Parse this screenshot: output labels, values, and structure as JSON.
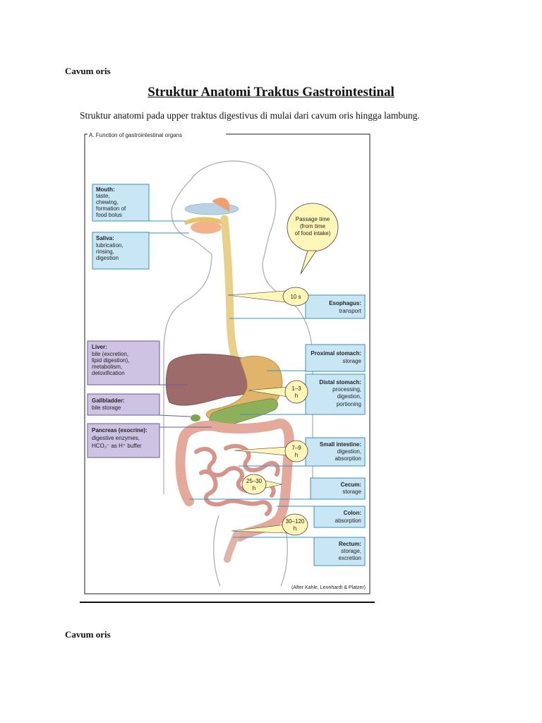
{
  "document": {
    "top_heading": "Cavum oris",
    "title": "Struktur Anatomi Traktus Gastrointestinal",
    "intro": "Struktur anatomi pada upper traktus digestivus di mulai dari cavum oris hingga lambung.",
    "bottom_heading": "Cavum oris"
  },
  "figure": {
    "title": "A.  Function of gastrointestinal organs",
    "credit": "(After Kahle, Leonhardt & Platzer)",
    "left_labels": [
      {
        "id": "mouth",
        "lines": [
          "Mouth:",
          "taste,",
          "chewing,",
          "formation of",
          "food bolus"
        ]
      },
      {
        "id": "saliva",
        "lines": [
          "Saliva:",
          "lubrication,",
          "rinsing,",
          "digestion"
        ]
      },
      {
        "id": "liver",
        "lines": [
          "Liver:",
          "bile (excretion,",
          "lipid digestion),",
          "metabolism,",
          "detoxification"
        ]
      },
      {
        "id": "gallbladder",
        "lines": [
          "Gallbladder:",
          "bile storage"
        ]
      },
      {
        "id": "pancreas",
        "lines": [
          "Pancreas (exocrine):",
          "digestive enzymes,",
          "HCO₃⁻ as H⁺ buffer"
        ]
      }
    ],
    "right_labels": [
      {
        "id": "esophagus",
        "lines": [
          "Esophagus:",
          "transport"
        ]
      },
      {
        "id": "proximal-stomach",
        "lines": [
          "Proximal stomach:",
          "storage"
        ]
      },
      {
        "id": "distal-stomach",
        "lines": [
          "Distal stomach:",
          "processing,",
          "digestion,",
          "portioning"
        ]
      },
      {
        "id": "small-intestine",
        "lines": [
          "Small intestine:",
          "digestion,",
          "absorption"
        ]
      },
      {
        "id": "cecum",
        "lines": [
          "Cecum:",
          "storage"
        ]
      },
      {
        "id": "colon",
        "lines": [
          "Colon:",
          "absorption"
        ]
      },
      {
        "id": "rectum",
        "lines": [
          "Rectum:",
          "storage,",
          "excretion"
        ]
      }
    ],
    "passage_time": [
      "Passage time",
      "(from time",
      "of food intake)"
    ],
    "times": [
      {
        "id": "esophagus",
        "lines": [
          "10 s"
        ]
      },
      {
        "id": "stomach",
        "lines": [
          "1–3",
          "h"
        ]
      },
      {
        "id": "small-intestine",
        "lines": [
          "7–9",
          "h"
        ]
      },
      {
        "id": "cecum",
        "lines": [
          "25–30",
          "h"
        ]
      },
      {
        "id": "colon",
        "lines": [
          "30–120",
          "h"
        ]
      }
    ]
  },
  "colors": {
    "box_blue": "#c9e6f5",
    "box_blue_border": "#3a8fbf",
    "box_purple": "#cfc3e4",
    "box_purple_border": "#6a5a96",
    "callout_yellow": "#fff6b8",
    "liver": "#9e6b6b",
    "stomach": "#e0b46a",
    "intestine": "#e7b3a6",
    "pancreas": "#8fb05a"
  }
}
